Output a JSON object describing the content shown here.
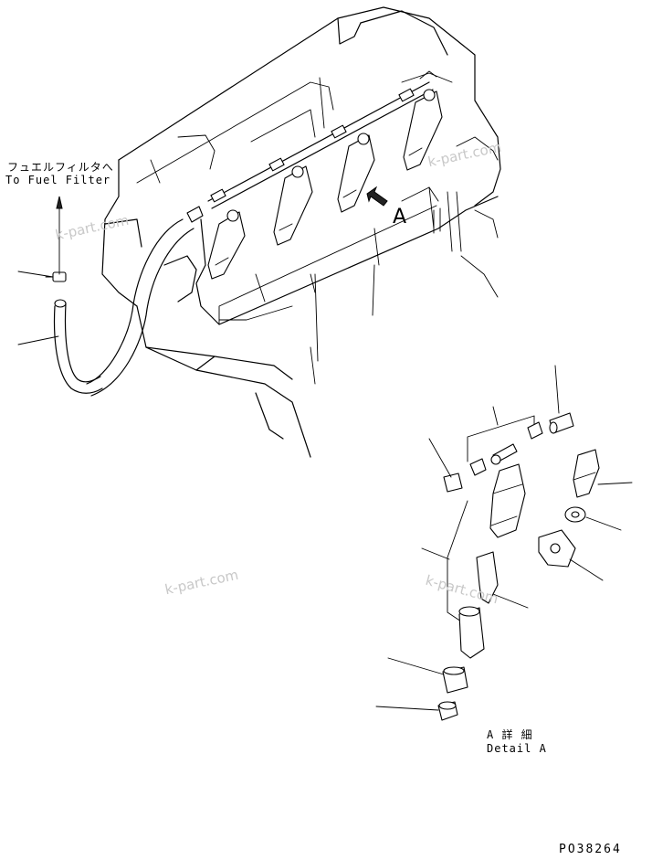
{
  "labels": {
    "to_fuel_filter_jp": "フュエルフィルタへ",
    "to_fuel_filter_en": "To Fuel Filter",
    "view_letter": "A",
    "detail_jp": "A 詳 細",
    "detail_en": "Detail A",
    "drawing_number": "PO38264"
  },
  "watermarks": [
    "k-part.com",
    "k-part.com",
    "k-part.com",
    "k-part.com"
  ],
  "colors": {
    "line": "#000000",
    "background": "#ffffff",
    "watermark": "#c8c8c8"
  }
}
